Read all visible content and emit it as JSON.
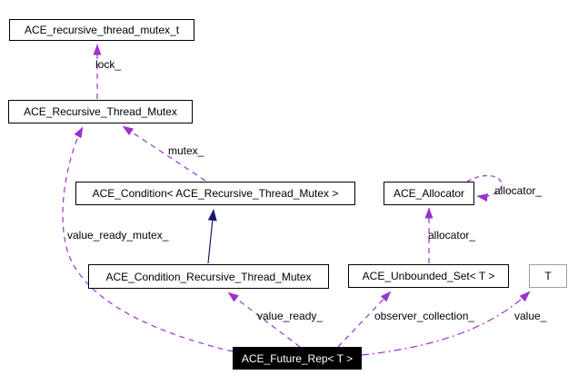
{
  "diagram": {
    "type": "uml-collaboration-graph",
    "colors": {
      "background": "#ffffff",
      "usage_edge": "#9a32cd",
      "inheritance_edge": "#191970",
      "node_border": "#000000",
      "node_fill": "#ffffff",
      "focus_node_fill": "#000000",
      "focus_node_text": "#ffffff",
      "template_param_border": "#a0a0a0"
    },
    "nodes": {
      "recursive_mutex_t": {
        "label": "ACE_recursive_thread_mutex_t"
      },
      "recursive_mutex": {
        "label": "ACE_Recursive_Thread_Mutex"
      },
      "condition_tmpl": {
        "label": "ACE_Condition< ACE_Recursive_Thread_Mutex >"
      },
      "allocator": {
        "label": "ACE_Allocator"
      },
      "condition_recursive": {
        "label": "ACE_Condition_Recursive_Thread_Mutex"
      },
      "unbounded_set": {
        "label": "ACE_Unbounded_Set< T >"
      },
      "t_param": {
        "label": "T"
      },
      "future_rep": {
        "label": "ACE_Future_Rep< T >"
      }
    },
    "edges": {
      "lock": {
        "label": "lock_",
        "from": "ACE_Recursive_Thread_Mutex",
        "to": "ACE_recursive_thread_mutex_t",
        "style": "dashed"
      },
      "mutex": {
        "label": "mutex_",
        "from": "ACE_Condition< ACE_Recursive_Thread_Mutex >",
        "to": "ACE_Recursive_Thread_Mutex",
        "style": "dashed"
      },
      "value_ready_mutex": {
        "label": "value_ready_mutex_",
        "from": "ACE_Future_Rep< T >",
        "to": "ACE_Recursive_Thread_Mutex",
        "style": "dashed"
      },
      "inheritance": {
        "label": "",
        "from": "ACE_Condition_Recursive_Thread_Mutex",
        "to": "ACE_Condition< ACE_Recursive_Thread_Mutex >",
        "style": "solid"
      },
      "value_ready": {
        "label": "value_ready_",
        "from": "ACE_Future_Rep< T >",
        "to": "ACE_Condition_Recursive_Thread_Mutex",
        "style": "dashed"
      },
      "allocator_set": {
        "label": "allocator_",
        "from": "ACE_Unbounded_Set< T >",
        "to": "ACE_Allocator",
        "style": "dashed"
      },
      "allocator_self": {
        "label": "allocator_",
        "from": "ACE_Allocator",
        "to": "ACE_Allocator",
        "style": "dashed"
      },
      "observer_collection": {
        "label": "observer_collection_",
        "from": "ACE_Future_Rep< T >",
        "to": "ACE_Unbounded_Set< T >",
        "style": "dashed"
      },
      "value": {
        "label": "value_",
        "from": "ACE_Future_Rep< T >",
        "to": "T",
        "style": "dash-dot"
      }
    }
  }
}
